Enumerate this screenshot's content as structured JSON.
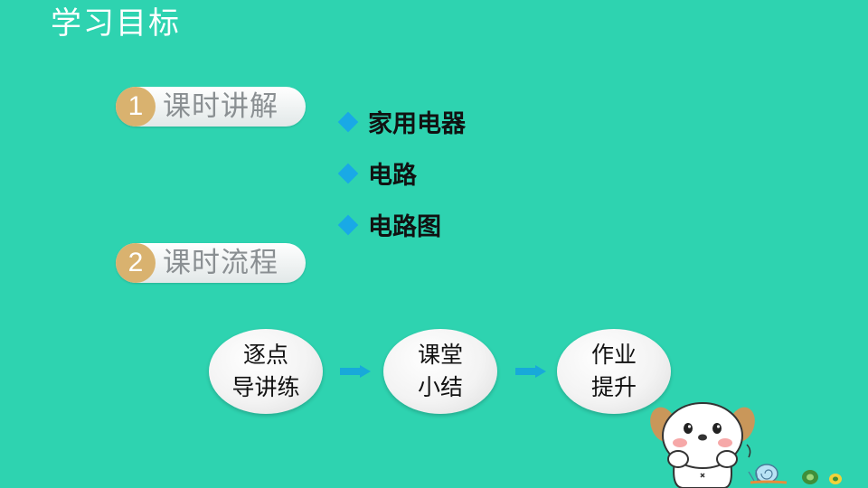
{
  "slide": {
    "title": "学习目标",
    "sections": [
      {
        "number": "1",
        "label": "课时讲解"
      },
      {
        "number": "2",
        "label": "课时流程"
      }
    ],
    "bullets": [
      "家用电器",
      "电路",
      "电路图"
    ],
    "flow": [
      {
        "line1": "逐点",
        "line2": "导讲练"
      },
      {
        "line1": "课堂",
        "line2": "小结"
      },
      {
        "line1": "作业",
        "line2": "提升"
      }
    ]
  },
  "colors": {
    "background": "#2ED3B0",
    "badge": "#D9B26F",
    "bullet_marker": "#19A9E6",
    "arrow": "#18A9D9"
  },
  "icons": {
    "bullet": "diamond-icon",
    "flow_arrow": "arrow-right-icon",
    "mascot": "dog-mascot-icon",
    "decor": "snail-icon"
  }
}
